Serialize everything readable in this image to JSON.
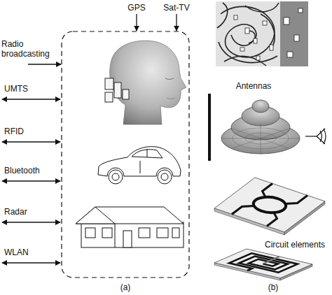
{
  "diagram": {
    "labels": [
      "GPS",
      "Sat-TV",
      "Radio broadcasting",
      "UMTS",
      "RFID",
      "Bluetooth",
      "Radar",
      "WLAN",
      "Antennas",
      "Circuit elements",
      "(a)",
      "(b)"
    ]
  }
}
